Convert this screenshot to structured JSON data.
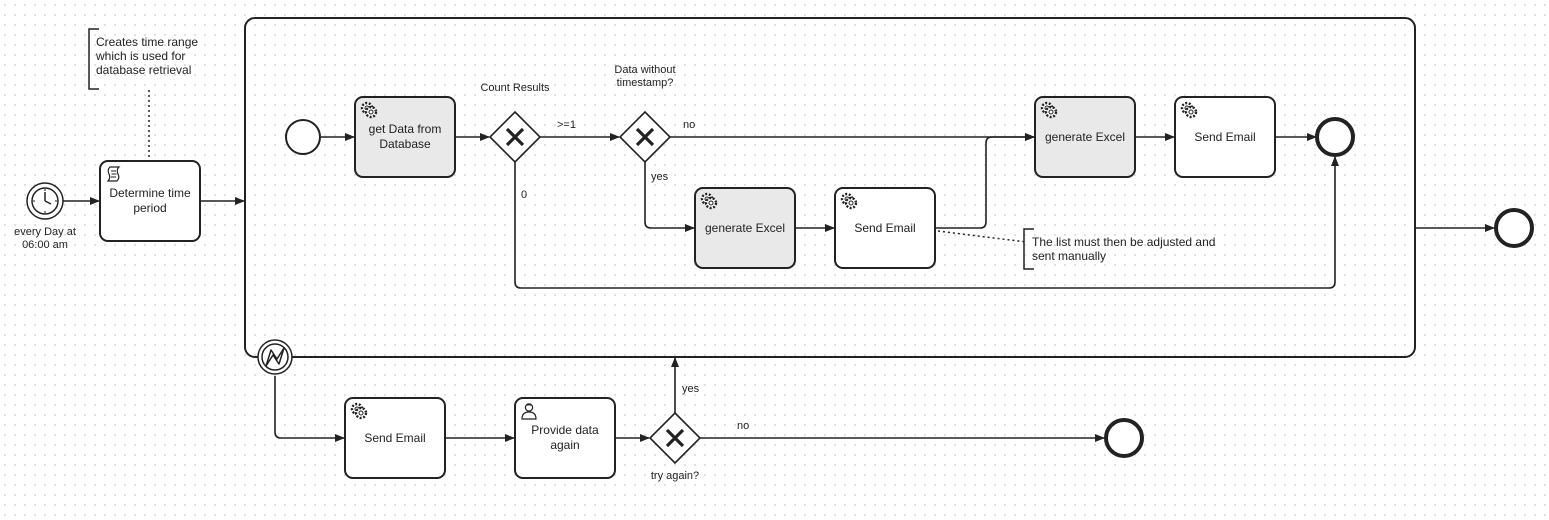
{
  "start_event": {
    "label": "every Day at 06:00 am"
  },
  "annotations": {
    "time_range": "Creates time range which is used for database retrieval",
    "manual": "The list must then be adjusted and sent manually"
  },
  "tasks": {
    "determine_time": "Determine time period",
    "get_data": "get Data from Database",
    "generate_excel_top": "generate Excel",
    "send_email_top": "Send Email",
    "generate_excel_mid": "generate Excel",
    "send_email_mid": "Send Email",
    "send_email_bottom": "Send Email",
    "provide_data": "Provide data again"
  },
  "gateways": {
    "count_results": "Count Results",
    "without_timestamp": "Data without timestamp?",
    "try_again": "try again?"
  },
  "flow_labels": {
    "ge1": ">=1",
    "zero": "0",
    "no_top": "no",
    "yes_mid": "yes",
    "yes_retry": "yes",
    "no_retry": "no"
  },
  "icons": {
    "timer": "clock-icon",
    "script": "script-icon",
    "service": "gear-icon",
    "user": "user-icon",
    "error": "lightning-icon",
    "gateway": "x-icon"
  }
}
